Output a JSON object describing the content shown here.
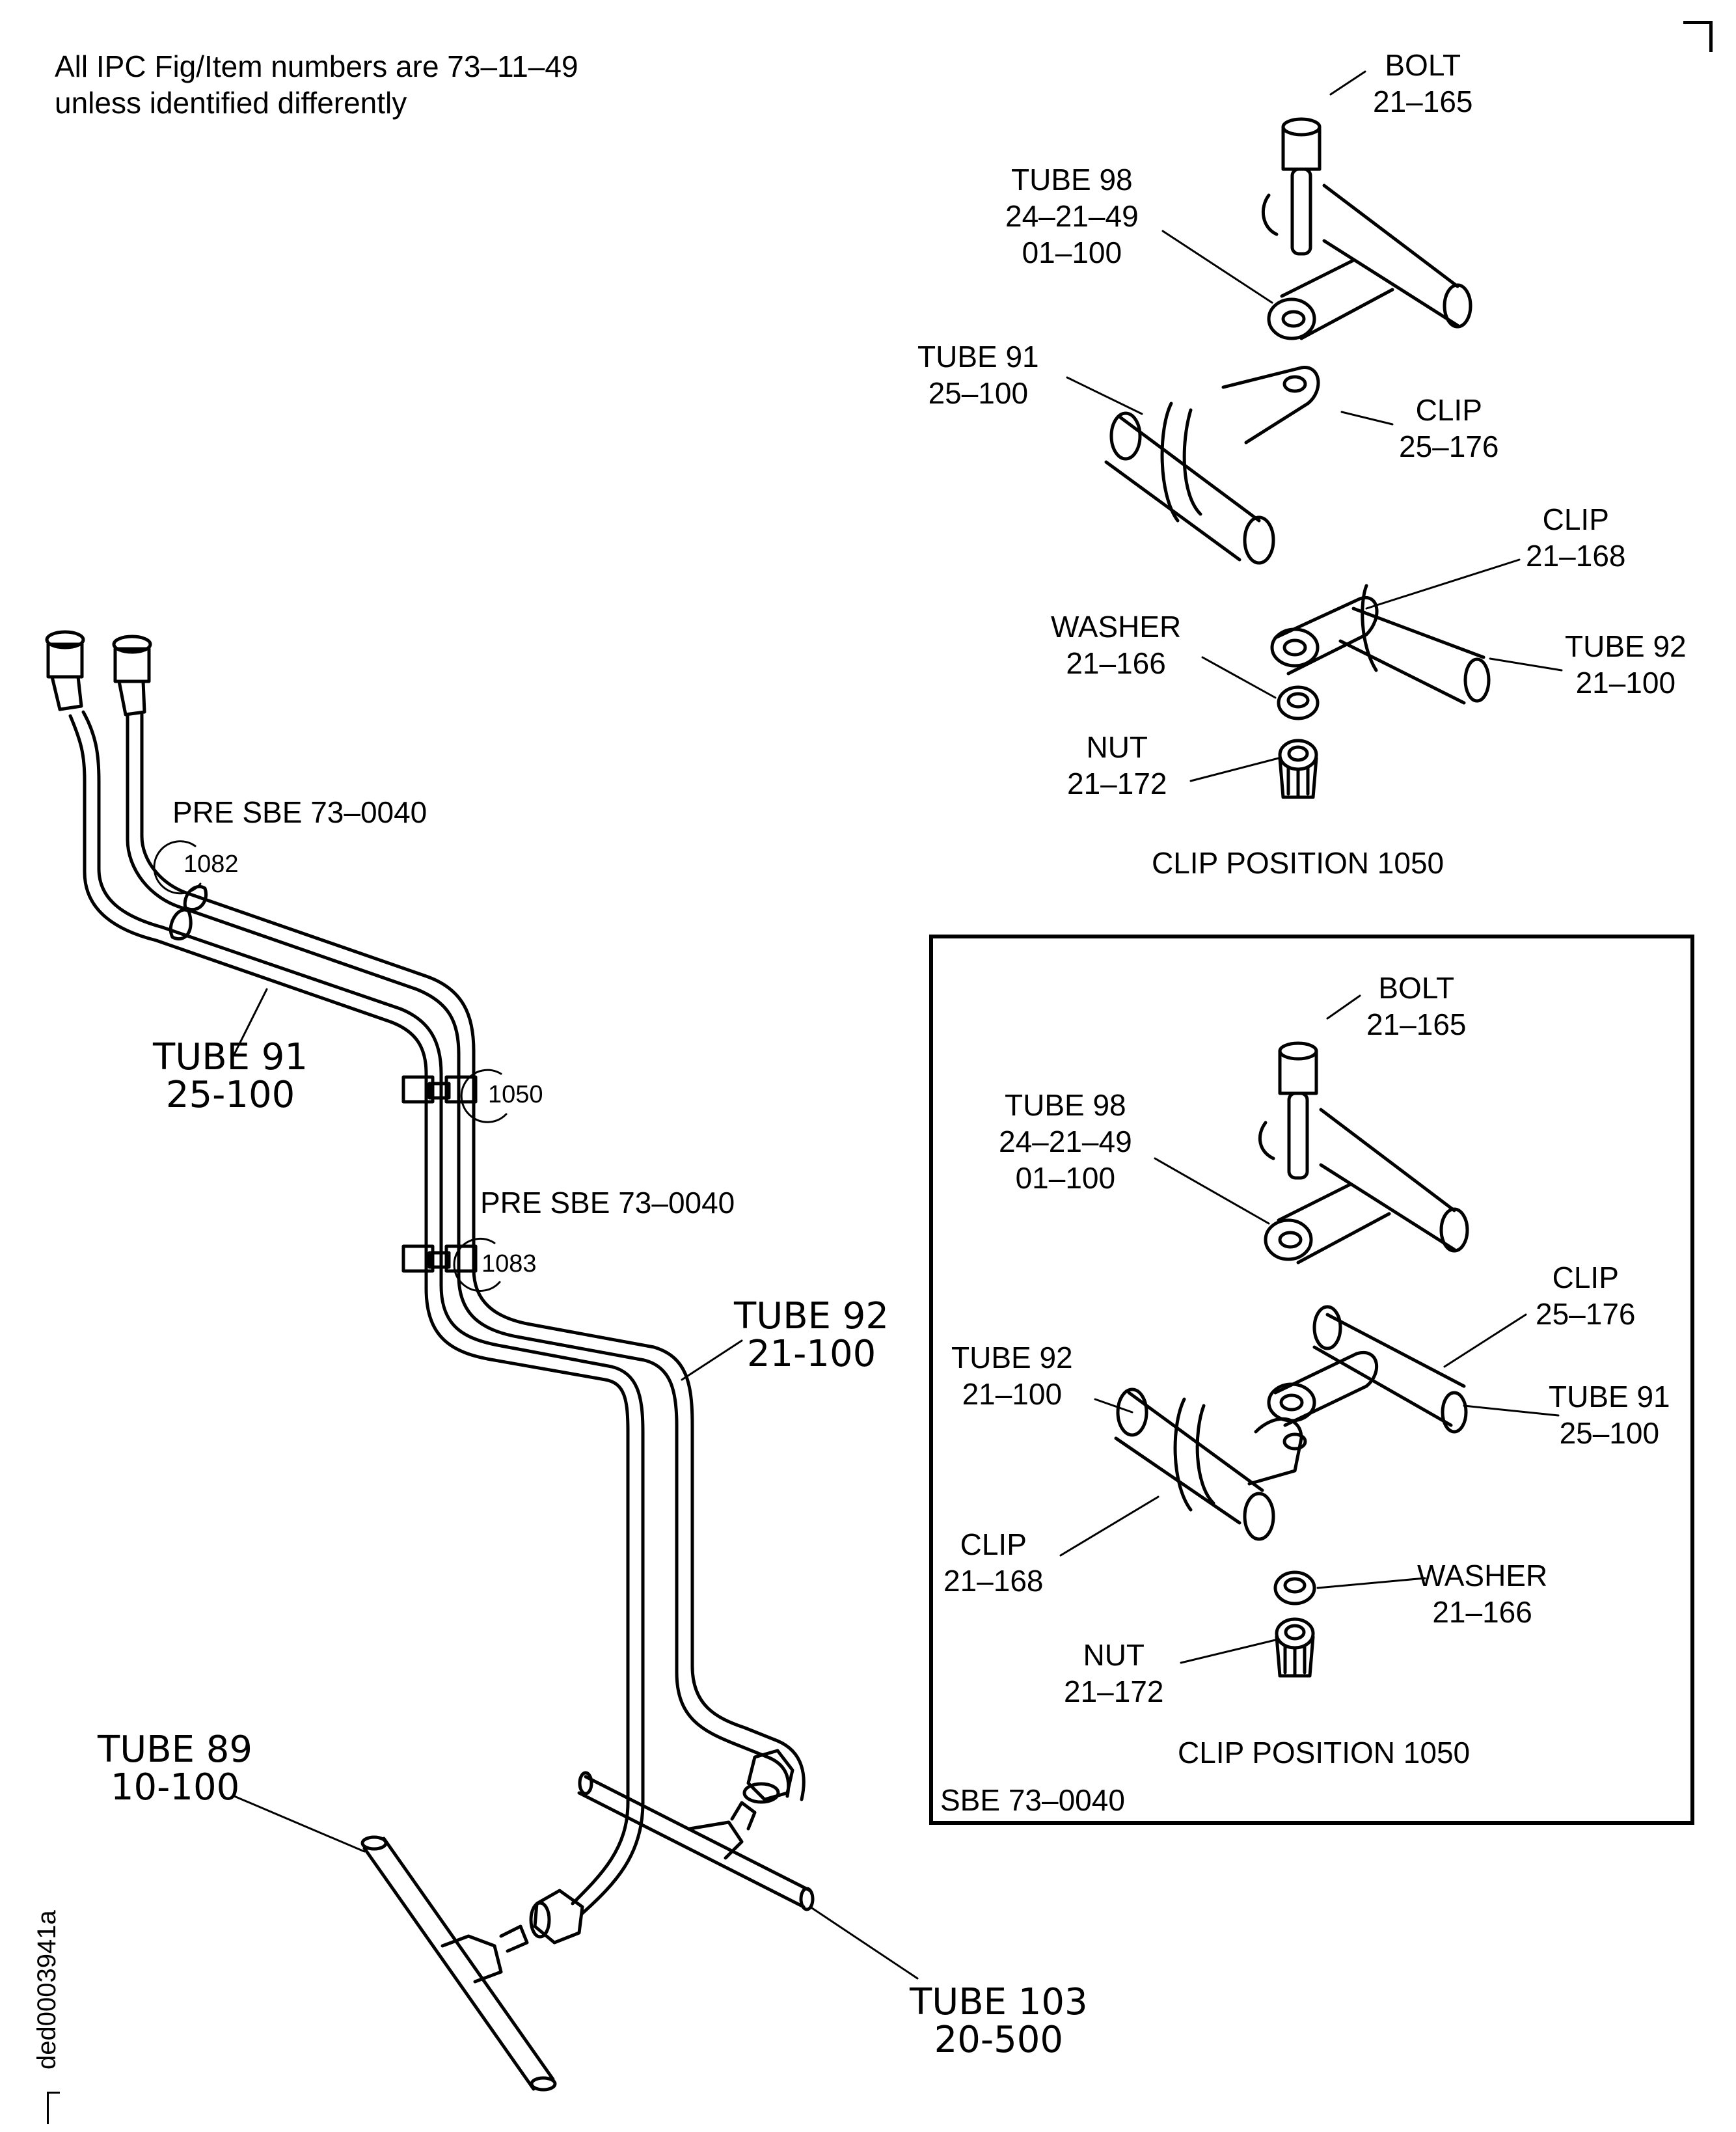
{
  "header_note": {
    "line1": "All IPC Fig/Item numbers are 73–11–49",
    "line2": "unless identified differently"
  },
  "doc_id": "ded0003941a",
  "top_detail": {
    "title": "CLIP POSITION 1050",
    "labels": {
      "bolt": {
        "name": "BOLT",
        "ref": "21–165"
      },
      "tube98": {
        "name": "TUBE 98",
        "ref1": "24–21–49",
        "ref2": "01–100"
      },
      "tube91": {
        "name": "TUBE 91",
        "ref": "25–100"
      },
      "clip_a": {
        "name": "CLIP",
        "ref": "25–176"
      },
      "clip_b": {
        "name": "CLIP",
        "ref": "21–168"
      },
      "washer": {
        "name": "WASHER",
        "ref": "21–166"
      },
      "tube92": {
        "name": "TUBE 92",
        "ref": "21–100"
      },
      "nut": {
        "name": "NUT",
        "ref": "21–172"
      }
    }
  },
  "sbe_detail": {
    "title": "CLIP POSITION 1050",
    "box_label": "SBE 73–0040",
    "labels": {
      "bolt": {
        "name": "BOLT",
        "ref": "21–165"
      },
      "tube98": {
        "name": "TUBE 98",
        "ref1": "24–21–49",
        "ref2": "01–100"
      },
      "clip_a": {
        "name": "CLIP",
        "ref": "25–176"
      },
      "tube92": {
        "name": "TUBE 92",
        "ref": "21–100"
      },
      "tube91": {
        "name": "TUBE 91",
        "ref": "25–100"
      },
      "clip_b": {
        "name": "CLIP",
        "ref": "21–168"
      },
      "washer": {
        "name": "WASHER",
        "ref": "21–166"
      },
      "nut": {
        "name": "NUT",
        "ref": "21–172"
      }
    }
  },
  "main_view": {
    "pre_sbe_1": "PRE SBE 73–0040",
    "pre_sbe_2": "PRE SBE 73–0040",
    "callouts": [
      "1082",
      "1050",
      "1083"
    ],
    "tube91": {
      "name": "TUBE 91",
      "ref": "25-100"
    },
    "tube92": {
      "name": "TUBE 92",
      "ref": "21-100"
    },
    "tube89": {
      "name": "TUBE 89",
      "ref": "10-100"
    },
    "tube103": {
      "name": "TUBE 103",
      "ref": "20-500"
    }
  }
}
